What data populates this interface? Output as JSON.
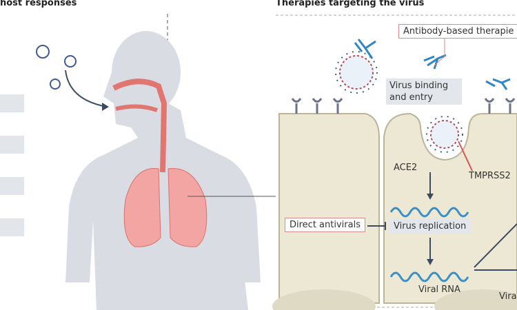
{
  "left_panel": {
    "title": "host responses"
  },
  "right_panel": {
    "title": "Therapies targeting the virus",
    "labels": {
      "antibody": "Antibody-based therapie",
      "binding": "Virus binding and entry",
      "ace2": "ACE2",
      "tmprss2": "TMPRSS2",
      "direct_antivirals": "Direct antivirals",
      "replication": "Virus replication",
      "viral_rna": "Viral RNA",
      "vira_partial": "Vira"
    }
  },
  "colors": {
    "body": "#d9dde3",
    "lung": "#f2a5a3",
    "cell": "#ece8d4",
    "virus": "#3d5a96",
    "antibody": "#2f86c4",
    "accent": "#d9534f"
  }
}
